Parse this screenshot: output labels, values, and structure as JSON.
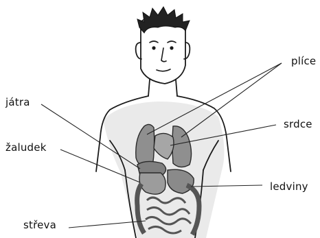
{
  "labels": {
    "plice": "plíce",
    "jatra": "játra",
    "srdce": "srdce",
    "zaludek": "žaludek",
    "ledviny": "ledviny",
    "streva": "střeva"
  },
  "colors": {
    "ink": "#1a1a1a",
    "organ": "#9a9a9a",
    "organ_dark": "#7d7d7d",
    "torso_shade": "#d4d4d4"
  }
}
